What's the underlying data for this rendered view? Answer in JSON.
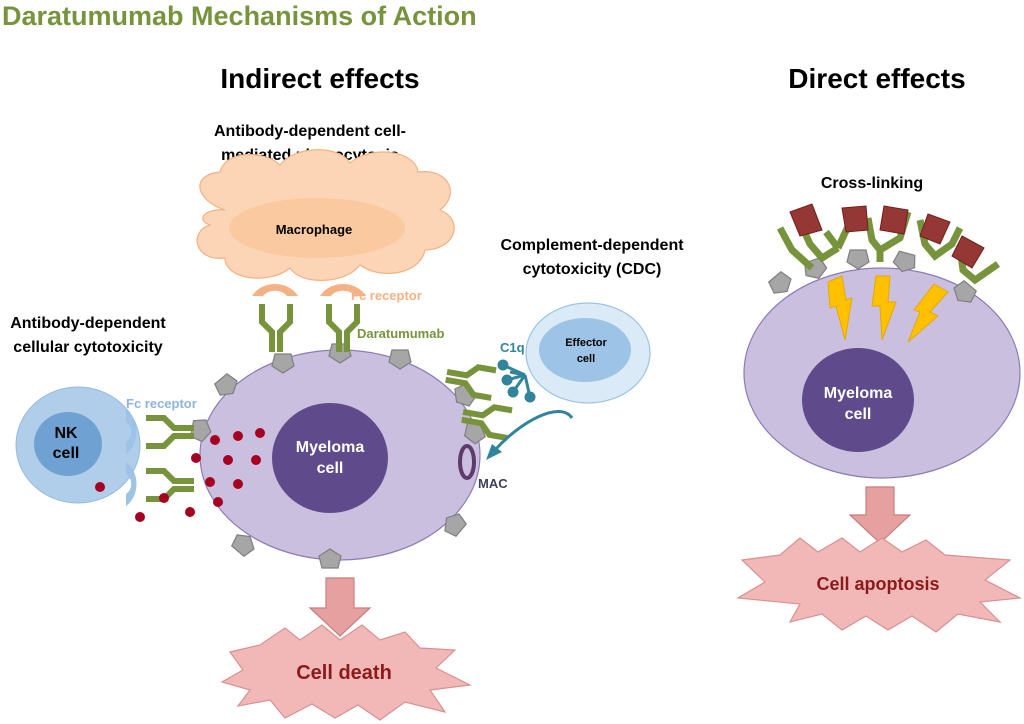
{
  "title": "Daratumumab Mechanisms of Action",
  "sections": {
    "indirect": "Indirect effects",
    "direct": "Direct effects"
  },
  "labels": {
    "adcp_line1": "Antibody-dependent cell-",
    "adcp_line2": "mediated phagocytosis",
    "cdc_line1": "Complement-dependent",
    "cdc_line2": "cytotoxicity (CDC)",
    "adcc_line1": "Antibody-dependent",
    "adcc_line2": "cellular cytotoxicity",
    "macrophage": "Macrophage",
    "fc_receptor_top": "Fc receptor",
    "fc_receptor_left": "Fc receptor",
    "daratumumab": "Daratumumab",
    "c1q": "C1q",
    "effector_line1": "Effector",
    "effector_line2": "cell",
    "nk_line1": "NK",
    "nk_line2": "cell",
    "myeloma_left_line1": "Myeloma",
    "myeloma_left_line2": "cell",
    "mac": "MAC",
    "cell_death": "Cell death",
    "cross_linking": "Cross-linking",
    "myeloma_right_line1": "Myeloma",
    "myeloma_right_line2": "cell",
    "cell_apoptosis": "Cell apoptosis"
  },
  "colors": {
    "title": "#77933c",
    "antibody": "#77933c",
    "cell_body": "#cbbfe0",
    "nucleus": "#5f4a8b",
    "macrophage": "#fbd5b5",
    "macrophage_text": "#000000",
    "fc_receptor": "#f4b183",
    "nk_cell": "#9dc3e6",
    "effector_cell": "#bdd7ee",
    "complement": "#31849b",
    "arrow": "#e6a0a0",
    "starburst": "#f2b8b8",
    "granule": "#a50021",
    "cd38_receptor": "#a6a6a6",
    "cross_link_block": "#953735",
    "lightning": "#ffc000"
  }
}
